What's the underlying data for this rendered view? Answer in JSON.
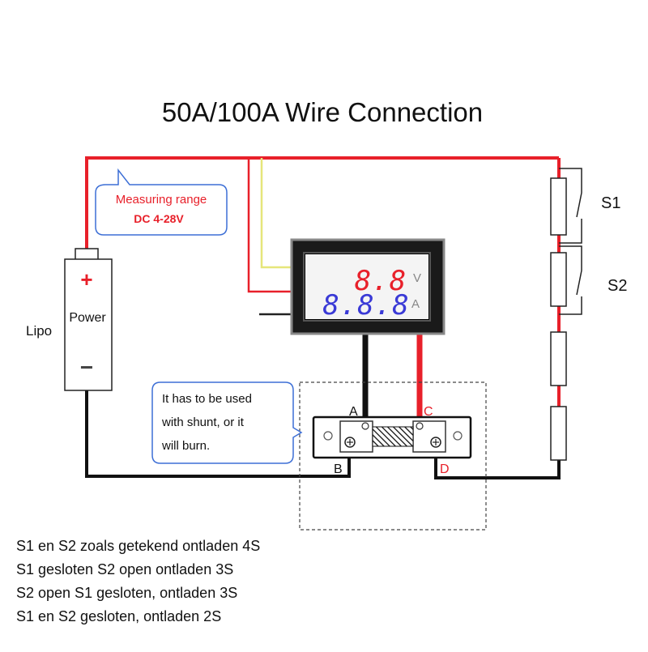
{
  "title": "50A/100A Wire Connection",
  "battery": {
    "name": "Lipo",
    "label": "Power",
    "plus": "+",
    "minus": "−"
  },
  "callout_range": {
    "line1": "Measuring range",
    "line2": "DC 4-28V"
  },
  "callout_shunt": {
    "line1": "It has to be used",
    "line2": "with shunt, or it",
    "line3": "will burn."
  },
  "meter": {
    "volt_reading": "8.8",
    "volt_unit": "V",
    "amp_reading": "8.8.8",
    "amp_unit": "A"
  },
  "terminals": {
    "a": "A",
    "b": "B",
    "c": "C",
    "d": "D"
  },
  "switches": {
    "s1": "S1",
    "s2": "S2"
  },
  "notes": [
    "S1 en S2 zoals getekend ontladen 4S",
    "S1 gesloten S2 open ontladen 3S",
    "S2 open S1 gesloten, ontladen 3S",
    "S1 en S2 gesloten, ontladen 2S"
  ],
  "colors": {
    "red_wire": "#e8202a",
    "black_wire": "#111111",
    "yellow_wire": "#e6e67a",
    "callout_border": "#3d6fd6",
    "callout_red": "#e8202a",
    "seg_red": "#e8202a",
    "seg_blue": "#3a3ad6"
  }
}
